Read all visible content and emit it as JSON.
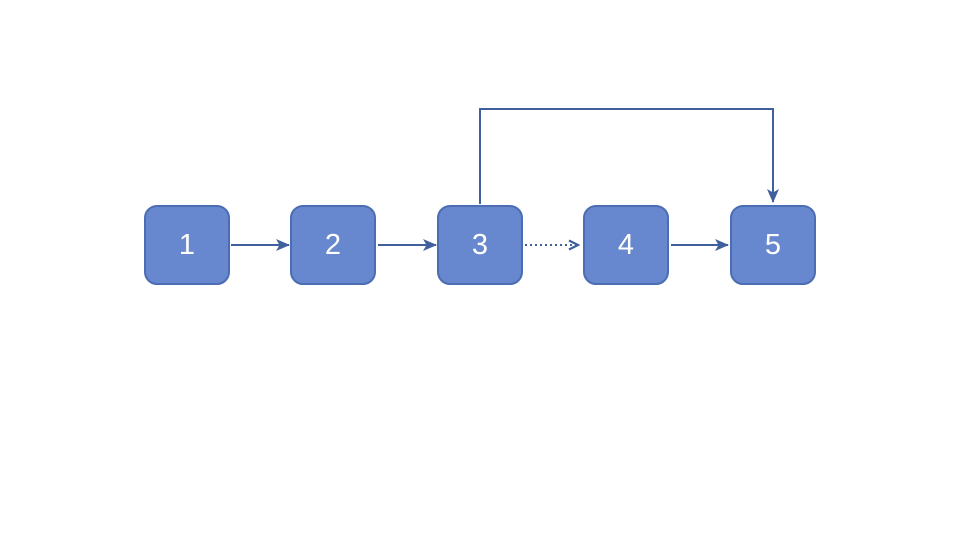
{
  "colors": {
    "background": "#ffffff",
    "node-fill": "#6788ce",
    "node-border": "#4a6db3",
    "connector": "#3f609c",
    "node-text": "#ffffff"
  },
  "nodes": [
    {
      "label": "1"
    },
    {
      "label": "2"
    },
    {
      "label": "3"
    },
    {
      "label": "4"
    },
    {
      "label": "5"
    }
  ],
  "edges": [
    {
      "from": "1",
      "to": "2",
      "style": "solid",
      "route": "straight"
    },
    {
      "from": "2",
      "to": "3",
      "style": "solid",
      "route": "straight"
    },
    {
      "from": "3",
      "to": "4",
      "style": "dotted",
      "route": "straight"
    },
    {
      "from": "4",
      "to": "5",
      "style": "solid",
      "route": "straight"
    },
    {
      "from": "3",
      "to": "5",
      "style": "solid",
      "route": "elbow-over-top"
    }
  ]
}
